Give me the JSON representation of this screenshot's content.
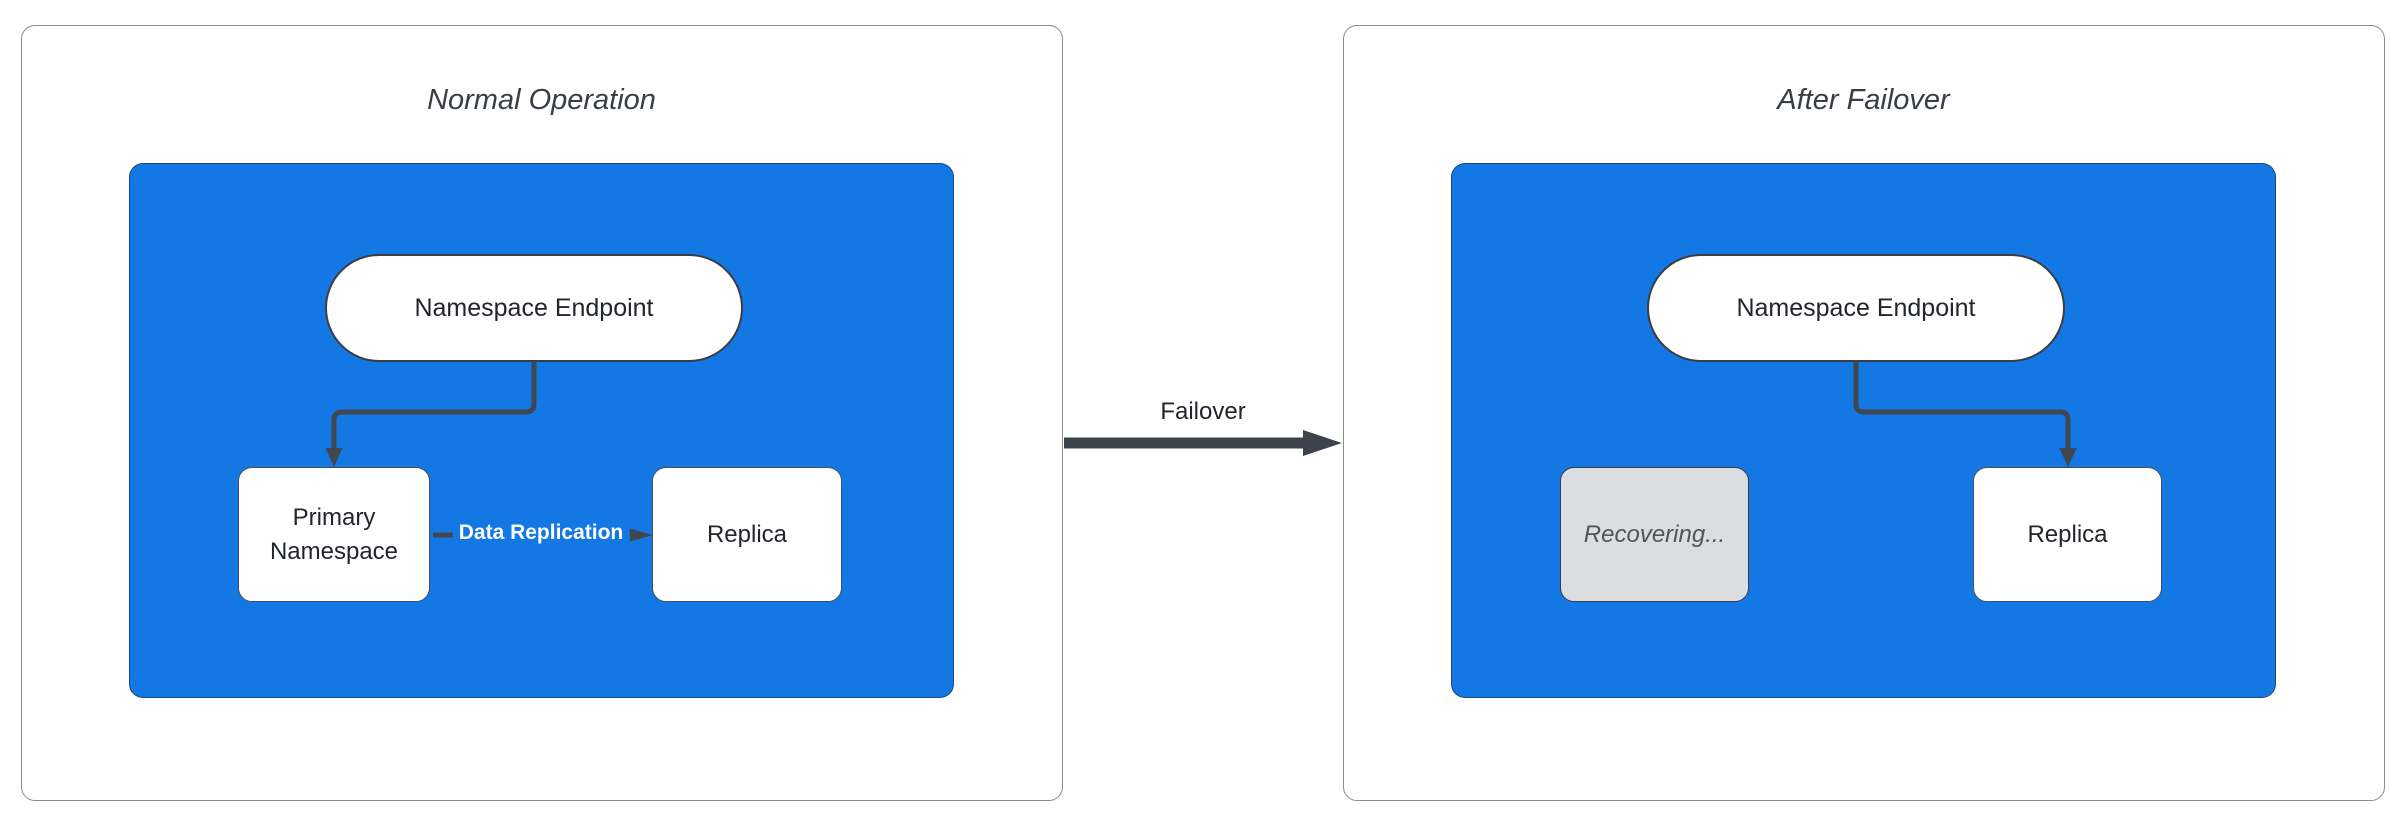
{
  "colors": {
    "blue-fill": "#1377E4",
    "stroke-dark": "#40474F",
    "arrow-dark": "#3D434D",
    "panel-border": "#8A8A8A",
    "node-border": "#3A3E44",
    "recovering-fill": "#DBDDE0",
    "text-dark": "#22262B",
    "text-gray": "#4E555E",
    "label-white": "#FFFFFF"
  },
  "left_panel": {
    "title": "Normal Operation",
    "endpoint_label": "Namespace Endpoint",
    "primary_label": "Primary Namespace",
    "replica_label": "Replica",
    "replication_label": "Data Replication"
  },
  "transition": {
    "label": "Failover"
  },
  "right_panel": {
    "title": "After Failover",
    "endpoint_label": "Namespace Endpoint",
    "recovering_label": "Recovering...",
    "replica_label": "Replica"
  }
}
